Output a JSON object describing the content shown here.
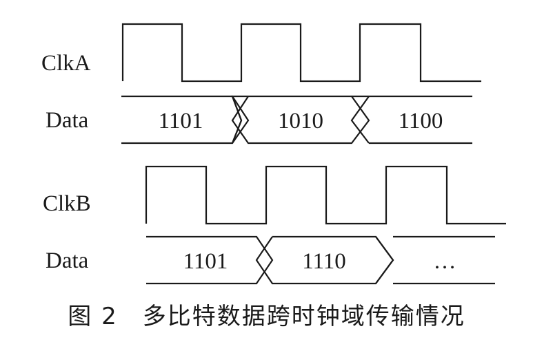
{
  "clock_a": {
    "label": "ClkA",
    "data_label": "Data",
    "data_values": [
      "1101",
      "1010",
      "1100"
    ]
  },
  "clock_b": {
    "label": "ClkB",
    "data_label": "Data",
    "data_values": [
      "1101",
      "1110",
      "…"
    ]
  },
  "caption": "图 2　多比特数据跨时钟域传输情况"
}
